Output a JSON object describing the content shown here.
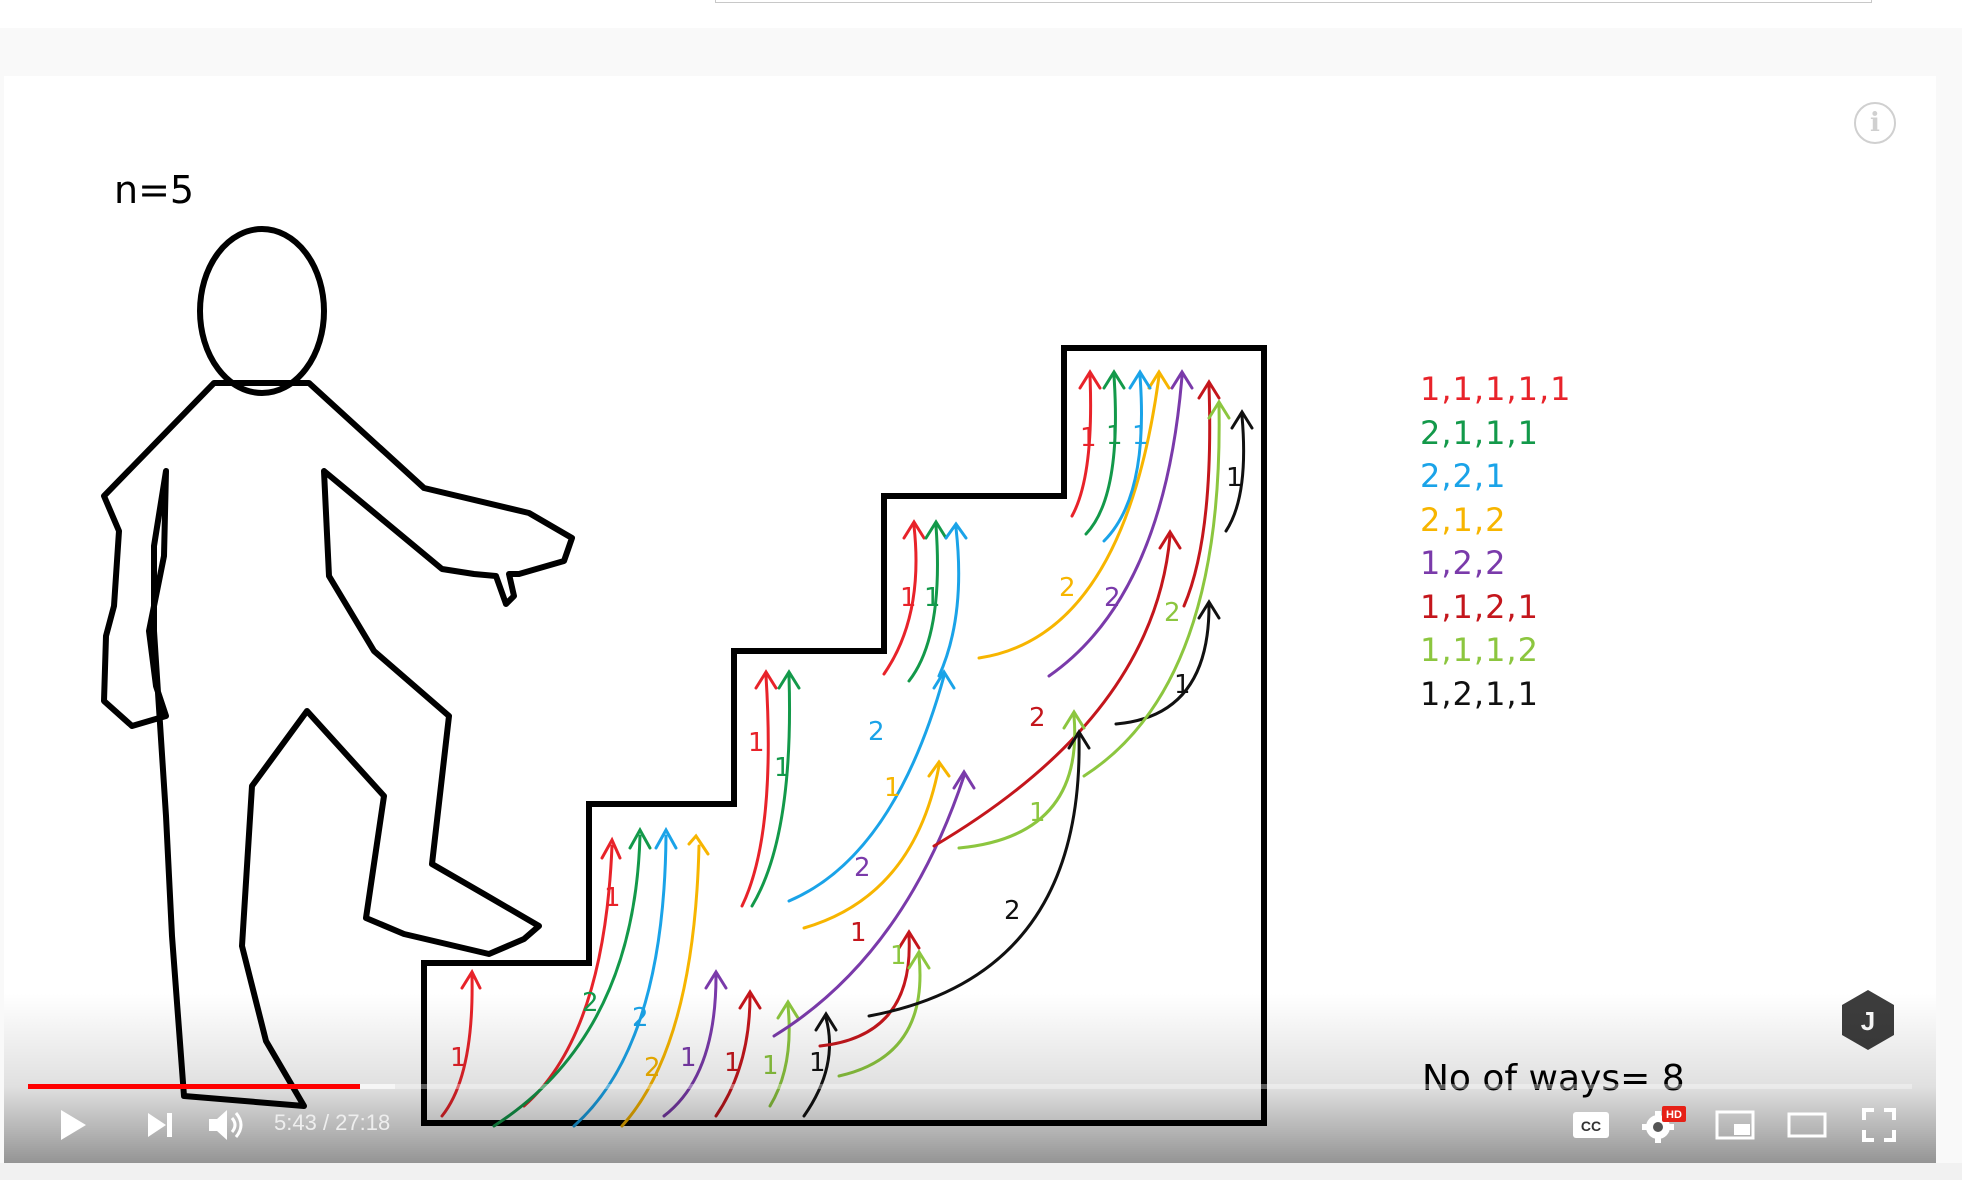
{
  "video": {
    "board_n_label": "n=5",
    "ways_list": [
      {
        "text": "1,1,1,1,1",
        "color": "#e8232a"
      },
      {
        "text": "2,1,1,1",
        "color": "#13994a"
      },
      {
        "text": "2,2,1",
        "color": "#1aa3e8"
      },
      {
        "text": "2,1,2",
        "color": "#f7b500"
      },
      {
        "text": "1,2,2",
        "color": "#7a3aaa"
      },
      {
        "text": "1,1,2,1",
        "color": "#c4161c"
      },
      {
        "text": "1,1,1,2",
        "color": "#8cc63f"
      },
      {
        "text": "1,2,1,1",
        "color": "#111111"
      }
    ],
    "no_of_ways_label": "No of ways= 8",
    "channel_logo_letter": "J"
  },
  "player": {
    "current_time": "5:43",
    "separator": " / ",
    "duration": "27:18",
    "progress_fraction": 0.176,
    "buffered_fraction": 0.195,
    "hd_badge": "HD",
    "cc_label": "CC",
    "icons": {
      "play": "play-icon",
      "next": "next-icon",
      "volume": "volume-icon",
      "captions": "captions-icon",
      "settings": "settings-gear-icon",
      "miniplayer": "miniplayer-icon",
      "theater": "theater-mode-icon",
      "fullscreen": "fullscreen-icon",
      "info": "info-icon"
    }
  },
  "colors": {
    "progress": "#ff0000",
    "red": "#e8232a",
    "green": "#13994a",
    "blue": "#1aa3e8",
    "yellow": "#f7b500",
    "purple": "#7a3aaa",
    "darkred": "#c4161c",
    "lightgreen": "#8cc63f",
    "black": "#111111"
  }
}
